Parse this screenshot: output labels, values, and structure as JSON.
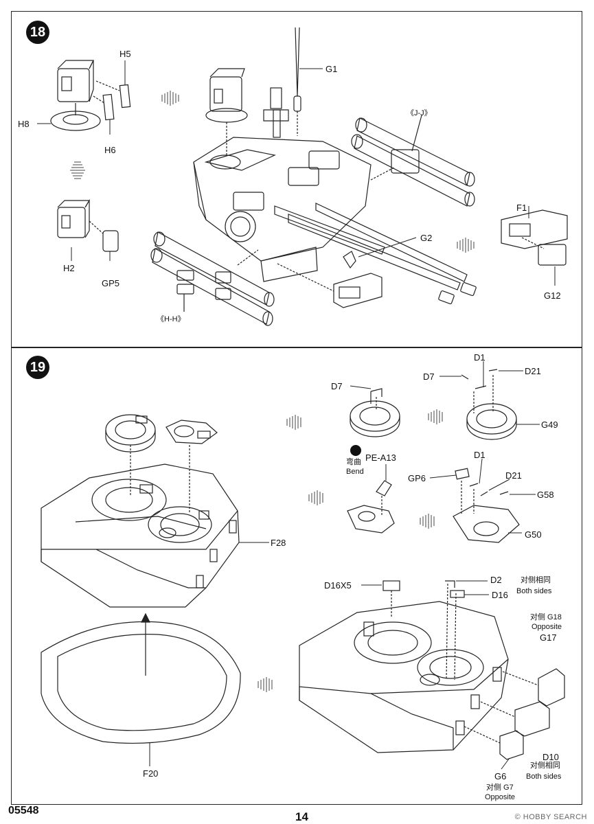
{
  "steps": {
    "step18": "18",
    "step19": "19"
  },
  "labels18": {
    "h5": "H5",
    "h8": "H8",
    "h6": "H6",
    "h2": "H2",
    "gp5": "GP5",
    "g1": "G1",
    "jj": "《J-J》",
    "f1": "F1",
    "g2": "G2",
    "g12": "G12",
    "hh": "《H-H》"
  },
  "labels19": {
    "d7a": "D7",
    "d1a": "D1",
    "d7b": "D7",
    "d21a": "D21",
    "g49": "G49",
    "bend_cn": "弯曲",
    "bend_en": "Bend",
    "pe_a13": "PE-A13",
    "d1b": "D1",
    "gp6": "GP6",
    "d21b": "D21",
    "g58": "G58",
    "g50": "G50",
    "f28": "F28",
    "f20": "F20",
    "d16x5": "D16X5",
    "d2": "D2",
    "d16": "D16",
    "both_cn_1": "对侧相同",
    "both_en_1": "Both sides",
    "opp_cn_1": "对侧 G18",
    "opp_en_1": "Opposite",
    "g17": "G17",
    "d10": "D10",
    "both_cn_2": "对侧相同",
    "both_en_2": "Both sides",
    "g6": "G6",
    "opp_cn_2": "对侧 G7",
    "opp_en_2": "Opposite"
  },
  "footer": {
    "code": "05548",
    "page": "14"
  },
  "watermark": "© HOBBY SEARCH"
}
